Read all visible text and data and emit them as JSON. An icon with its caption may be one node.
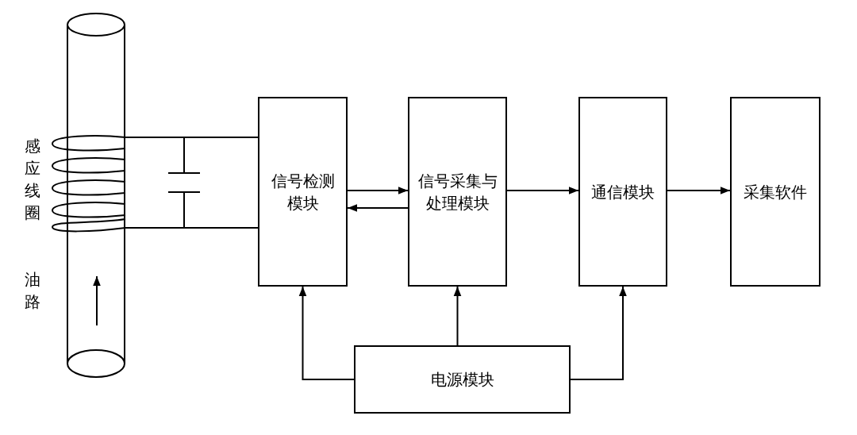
{
  "diagram": {
    "nodes": [
      {
        "text": [],
        "shape": "picture",
        "beside": [
          "感应线圈",
          "油路"
        ]
      },
      {
        "text": [
          "信号检测模块"
        ]
      },
      {
        "text": [
          "信号采集与处理模块"
        ]
      },
      {
        "text": [
          "通信模块"
        ]
      },
      {
        "text": [
          "采集软件"
        ]
      },
      {
        "text": [
          "电源模块"
        ]
      }
    ],
    "edges": [
      {
        "from": 0,
        "to": 1,
        "arrow": "none"
      },
      {
        "from": 0,
        "to": 1,
        "arrow": "none"
      },
      {
        "from": 1,
        "to": 2,
        "arrow": "to"
      },
      {
        "from": 2,
        "to": 1,
        "arrow": "to"
      },
      {
        "from": 2,
        "to": 3,
        "arrow": "to"
      },
      {
        "from": 3,
        "to": 4,
        "arrow": "to"
      },
      {
        "from": 5,
        "to": 1,
        "arrow": "to"
      },
      {
        "from": 5,
        "to": 2,
        "arrow": "to"
      },
      {
        "from": 5,
        "to": 3,
        "arrow": "to"
      }
    ]
  }
}
